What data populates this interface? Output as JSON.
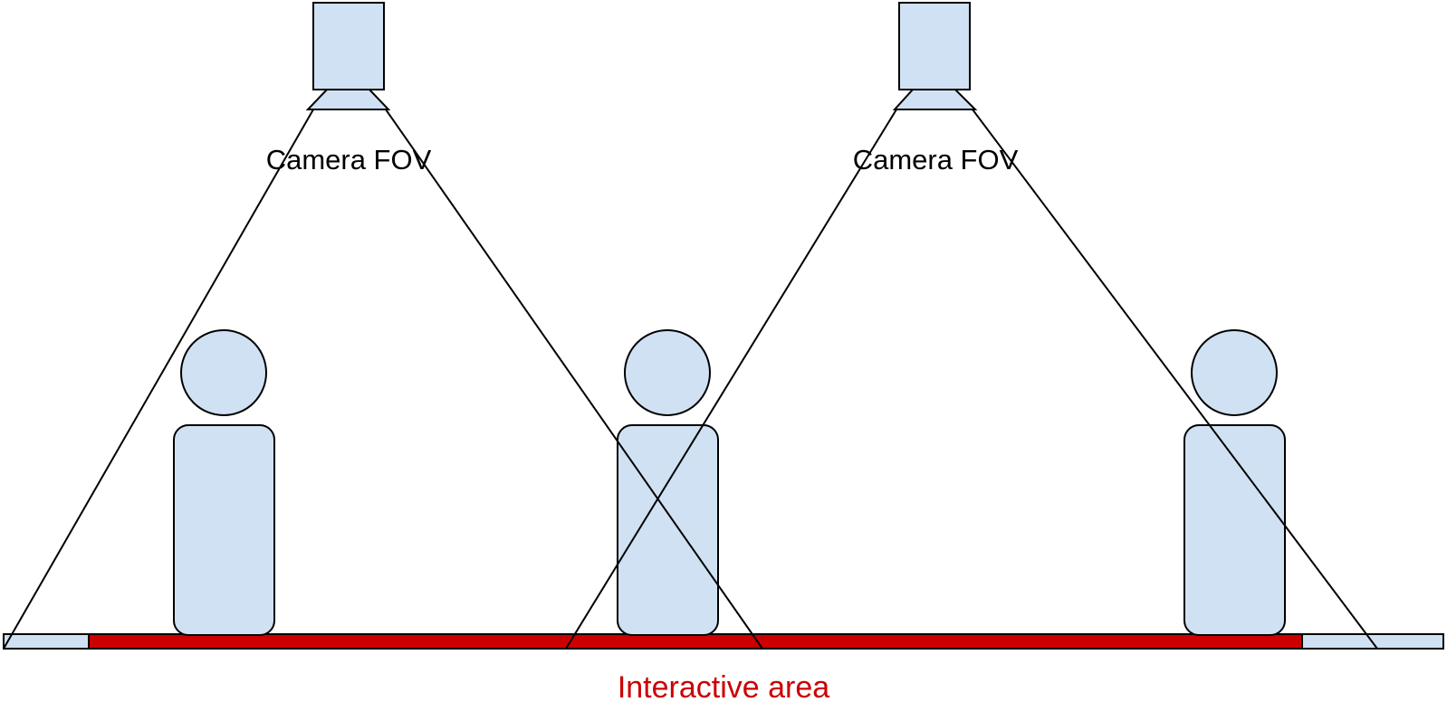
{
  "cameras": [
    {
      "label": "Camera FOV"
    },
    {
      "label": "Camera FOV"
    }
  ],
  "people_count": 3,
  "area": {
    "label": "Interactive area"
  },
  "colors": {
    "shape_fill": "#d0e1f3",
    "outline": "#000000",
    "interactive_area": "#cc0000",
    "interactive_label": "#cc0000"
  }
}
